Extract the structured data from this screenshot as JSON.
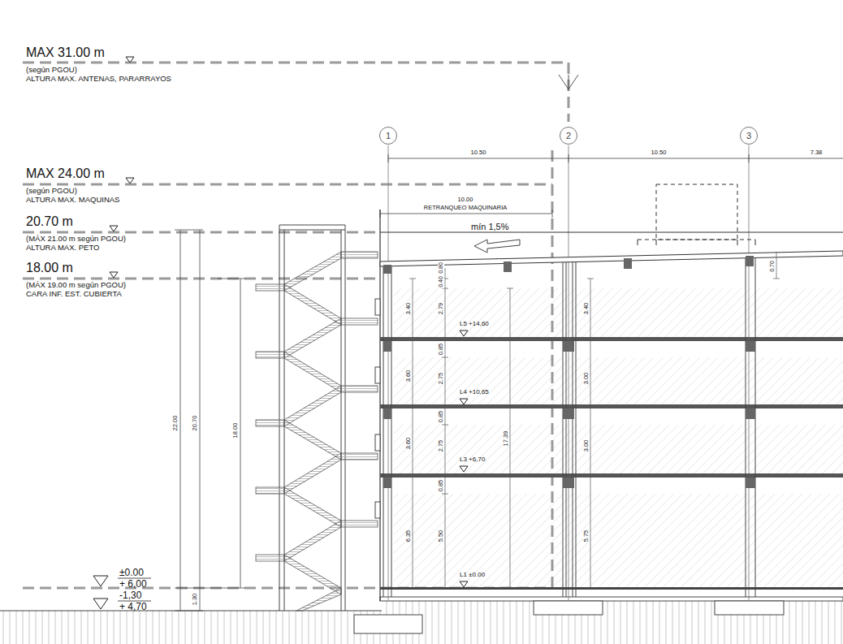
{
  "diagram": {
    "nodes": [
      {
        "text": [
          "1"
        ]
      },
      {
        "text": [
          "2"
        ]
      },
      {
        "text": [
          "3"
        ]
      }
    ],
    "labels": [
      "MAX 31.00 m",
      "(según PGOU)",
      "ALTURA MAX. ANTENAS, PARARRAYOS",
      "MAX 24.00 m",
      "(según PGOU)",
      "ALTURA MAX. MAQUINAS",
      "20.70 m",
      "(MÁX 21.00 m según PGOU)",
      "ALTURA MAX. PETO",
      "18.00 m",
      "(MÁX 19.00 m según PGOU)",
      "CARA INF. EST. CUBIERTA",
      "10.50",
      "10.50",
      "7.38",
      "10.00",
      "RETRANQUEO MAQUINARIA",
      "mín 1,5%",
      "0.70",
      "0.40",
      "0.80",
      "3.40",
      "2.79",
      "3.40",
      "L5 +14,60",
      "0.85",
      "3.60",
      "2.75",
      "3.00",
      "L4 +10,65",
      "0.85",
      "3.60",
      "2.75",
      "17.39",
      "3.00",
      "L3 +6,70",
      "0.85",
      "6.35",
      "5.50",
      "5.75",
      "L1 ±0.00",
      "22.00",
      "20.70",
      "18.00",
      "1.30",
      "±0.00",
      "+ 6,00",
      "-1,30",
      "+ 4,70"
    ]
  }
}
